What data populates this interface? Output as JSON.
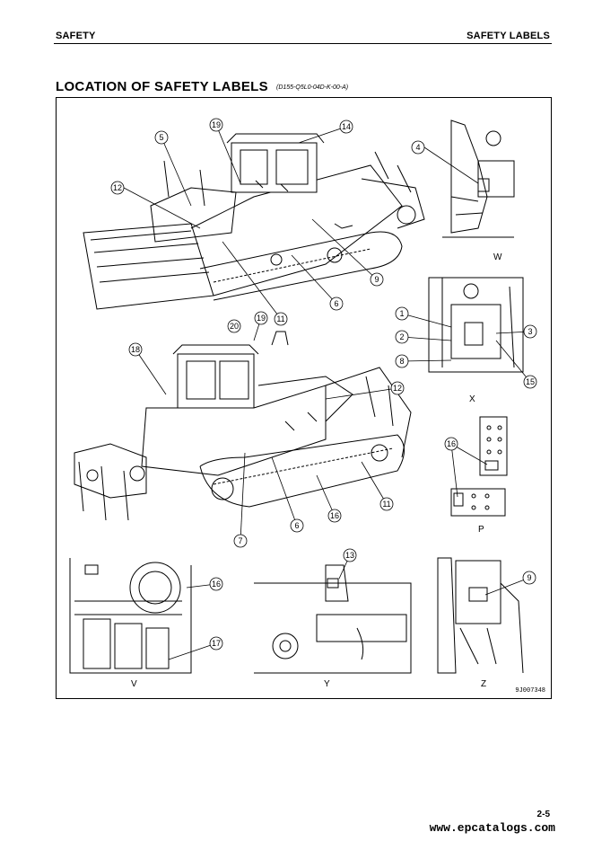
{
  "header": {
    "left": "SAFETY",
    "right": "SAFETY LABELS"
  },
  "title": "LOCATION OF SAFETY LABELS",
  "title_code": "(D155-Q5L0-04D-K-00-A)",
  "views": {
    "w": "W",
    "x": "X",
    "p": "P",
    "v": "V",
    "y": "Y",
    "z": "Z"
  },
  "figure_code": "9J007348",
  "callouts": {
    "c1": "1",
    "c2": "2",
    "c3": "3",
    "c4": "4",
    "c5": "5",
    "c6a": "6",
    "c6b": "6",
    "c7": "7",
    "c8": "8",
    "c9a": "9",
    "c9b": "9",
    "c11a": "11",
    "c11b": "11",
    "c12a": "12",
    "c12b": "12",
    "c13": "13",
    "c14": "14",
    "c15": "15",
    "c16a": "16",
    "c16b": "16",
    "c16c": "16",
    "c17": "17",
    "c18": "18",
    "c19a": "19",
    "c19b": "19",
    "c20": "20"
  },
  "page_number": "2-5",
  "footer_url": "www.epcatalogs.com"
}
